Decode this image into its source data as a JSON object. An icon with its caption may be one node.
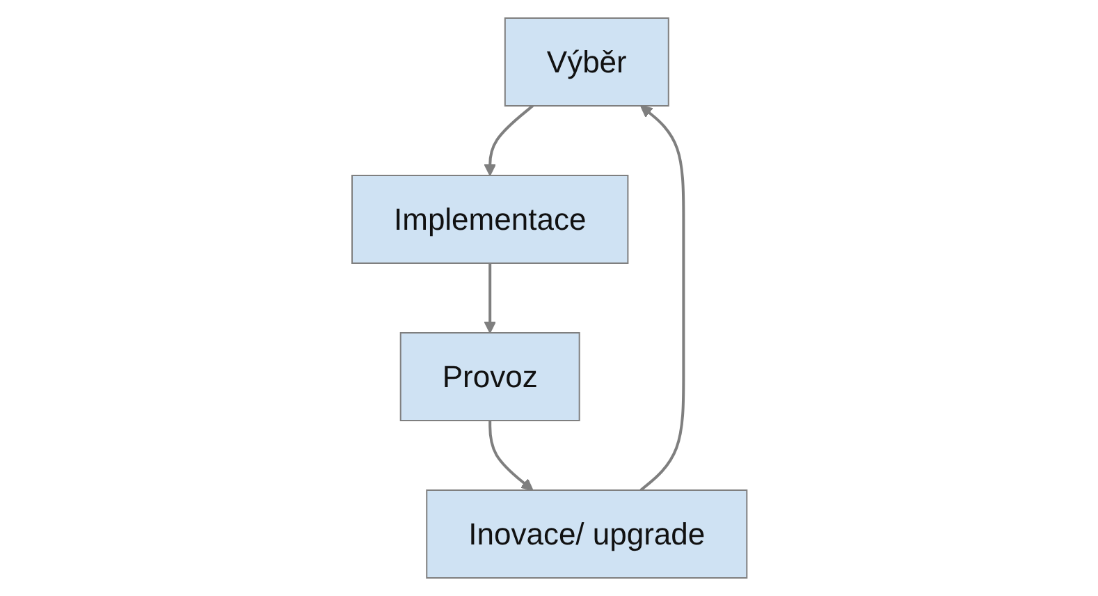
{
  "diagram": {
    "nodes": [
      {
        "text": [
          "Výběr"
        ]
      },
      {
        "text": [
          "Implementace"
        ]
      },
      {
        "text": [
          "Provoz"
        ]
      },
      {
        "text": [
          "Inovace/ upgrade"
        ]
      }
    ],
    "edges": [
      {
        "from": 0,
        "to": 1,
        "arrow": "to"
      },
      {
        "from": 1,
        "to": 2,
        "arrow": "to"
      },
      {
        "from": 2,
        "to": 3,
        "arrow": "to"
      },
      {
        "from": 3,
        "to": 0,
        "arrow": "to"
      }
    ]
  }
}
